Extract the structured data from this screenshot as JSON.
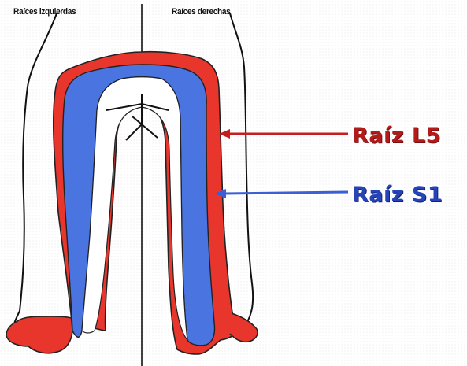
{
  "headers": {
    "left": "Raíces izquierdas",
    "right": "Raíces derechas"
  },
  "labels": {
    "l5": "Raíz L5",
    "s1": "Raíz S1"
  },
  "colors": {
    "l5": "#e8362d",
    "s1": "#4a74df",
    "l5_label": "#b31b1b",
    "s1_label": "#2643b8",
    "outline": "#111111"
  },
  "icons": {
    "l5_pointer": "arrow-left-icon",
    "s1_pointer": "arrow-left-icon"
  }
}
